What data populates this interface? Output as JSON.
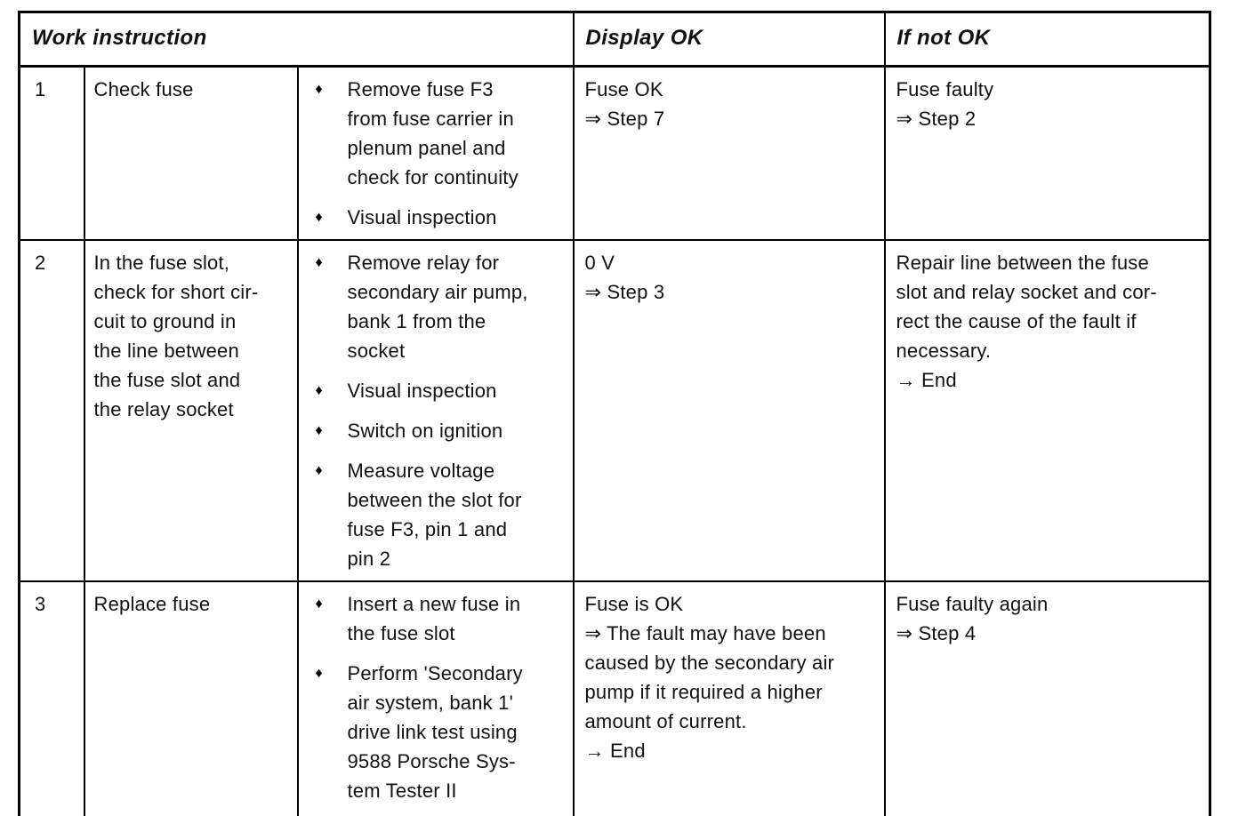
{
  "colors": {
    "border": "#000000",
    "text": "#111111",
    "background": "#ffffff"
  },
  "icons": {
    "bullet": "♦"
  },
  "table": {
    "headers": {
      "work_instruction": "Work instruction",
      "display_ok": "Display OK",
      "if_not_ok": "If not OK"
    },
    "rows": [
      {
        "num": "1",
        "task": "Check fuse",
        "steps": [
          "Remove fuse F3\nfrom fuse carrier in\nplenum panel and\ncheck for continuity",
          "Visual inspection"
        ],
        "display_ok": "Fuse OK\n⇒ Step 7",
        "if_not_ok": "Fuse faulty\n⇒ Step 2"
      },
      {
        "num": "2",
        "task": "In the fuse slot,\ncheck for short cir-\ncuit to ground in\nthe line between\nthe fuse slot and\nthe relay socket",
        "steps": [
          "Remove relay for\nsecondary air pump,\nbank 1 from the\nsocket",
          "Visual inspection",
          "Switch on ignition",
          "Measure voltage\nbetween the slot for\nfuse F3, pin 1 and\npin 2"
        ],
        "display_ok": "0 V\n⇒ Step 3",
        "if_not_ok": "Repair line between the fuse\nslot and relay socket and cor-\nrect the cause of the fault if\nnecessary.\n→ End"
      },
      {
        "num": "3",
        "task": "Replace fuse",
        "steps": [
          "Insert a new fuse in\nthe fuse slot",
          "Perform 'Secondary\nair system, bank 1'\ndrive link test using\n9588 Porsche Sys-\ntem Tester II"
        ],
        "display_ok": "Fuse is OK\n⇒ The fault may have been\ncaused by the secondary air\npump if it required a higher\namount of current.\n→ End",
        "if_not_ok": "Fuse faulty again\n⇒ Step 4"
      }
    ]
  }
}
